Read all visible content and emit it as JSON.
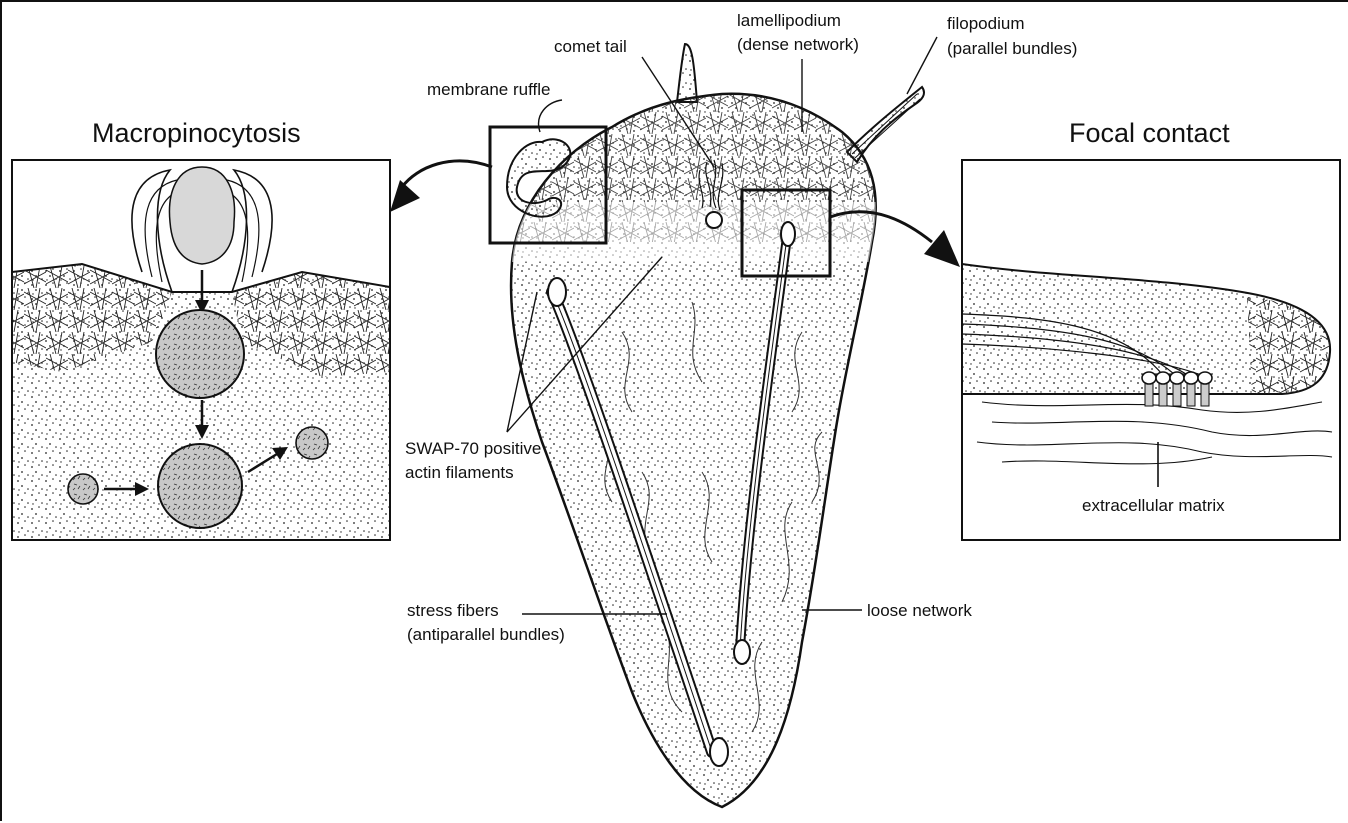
{
  "panels": {
    "left_title": "Macropinocytosis",
    "right_title": "Focal contact"
  },
  "labels": {
    "membrane_ruffle": "membrane ruffle",
    "comet_tail": "comet tail",
    "lamellipodium_1": "lamellipodium",
    "lamellipodium_2": "(dense network)",
    "filopodium_1": "filopodium",
    "filopodium_2": "(parallel bundles)",
    "swap70_1": "SWAP-70 positive",
    "swap70_2": "actin filaments",
    "stress_fibers_1": "stress fibers",
    "stress_fibers_2": "(antiparallel bundles)",
    "loose_network": "loose network",
    "extracellular_matrix": "extracellular matrix"
  },
  "colors": {
    "ink": "#111111",
    "vesicle_fill": "#c8c8c8",
    "background": "#ffffff"
  }
}
